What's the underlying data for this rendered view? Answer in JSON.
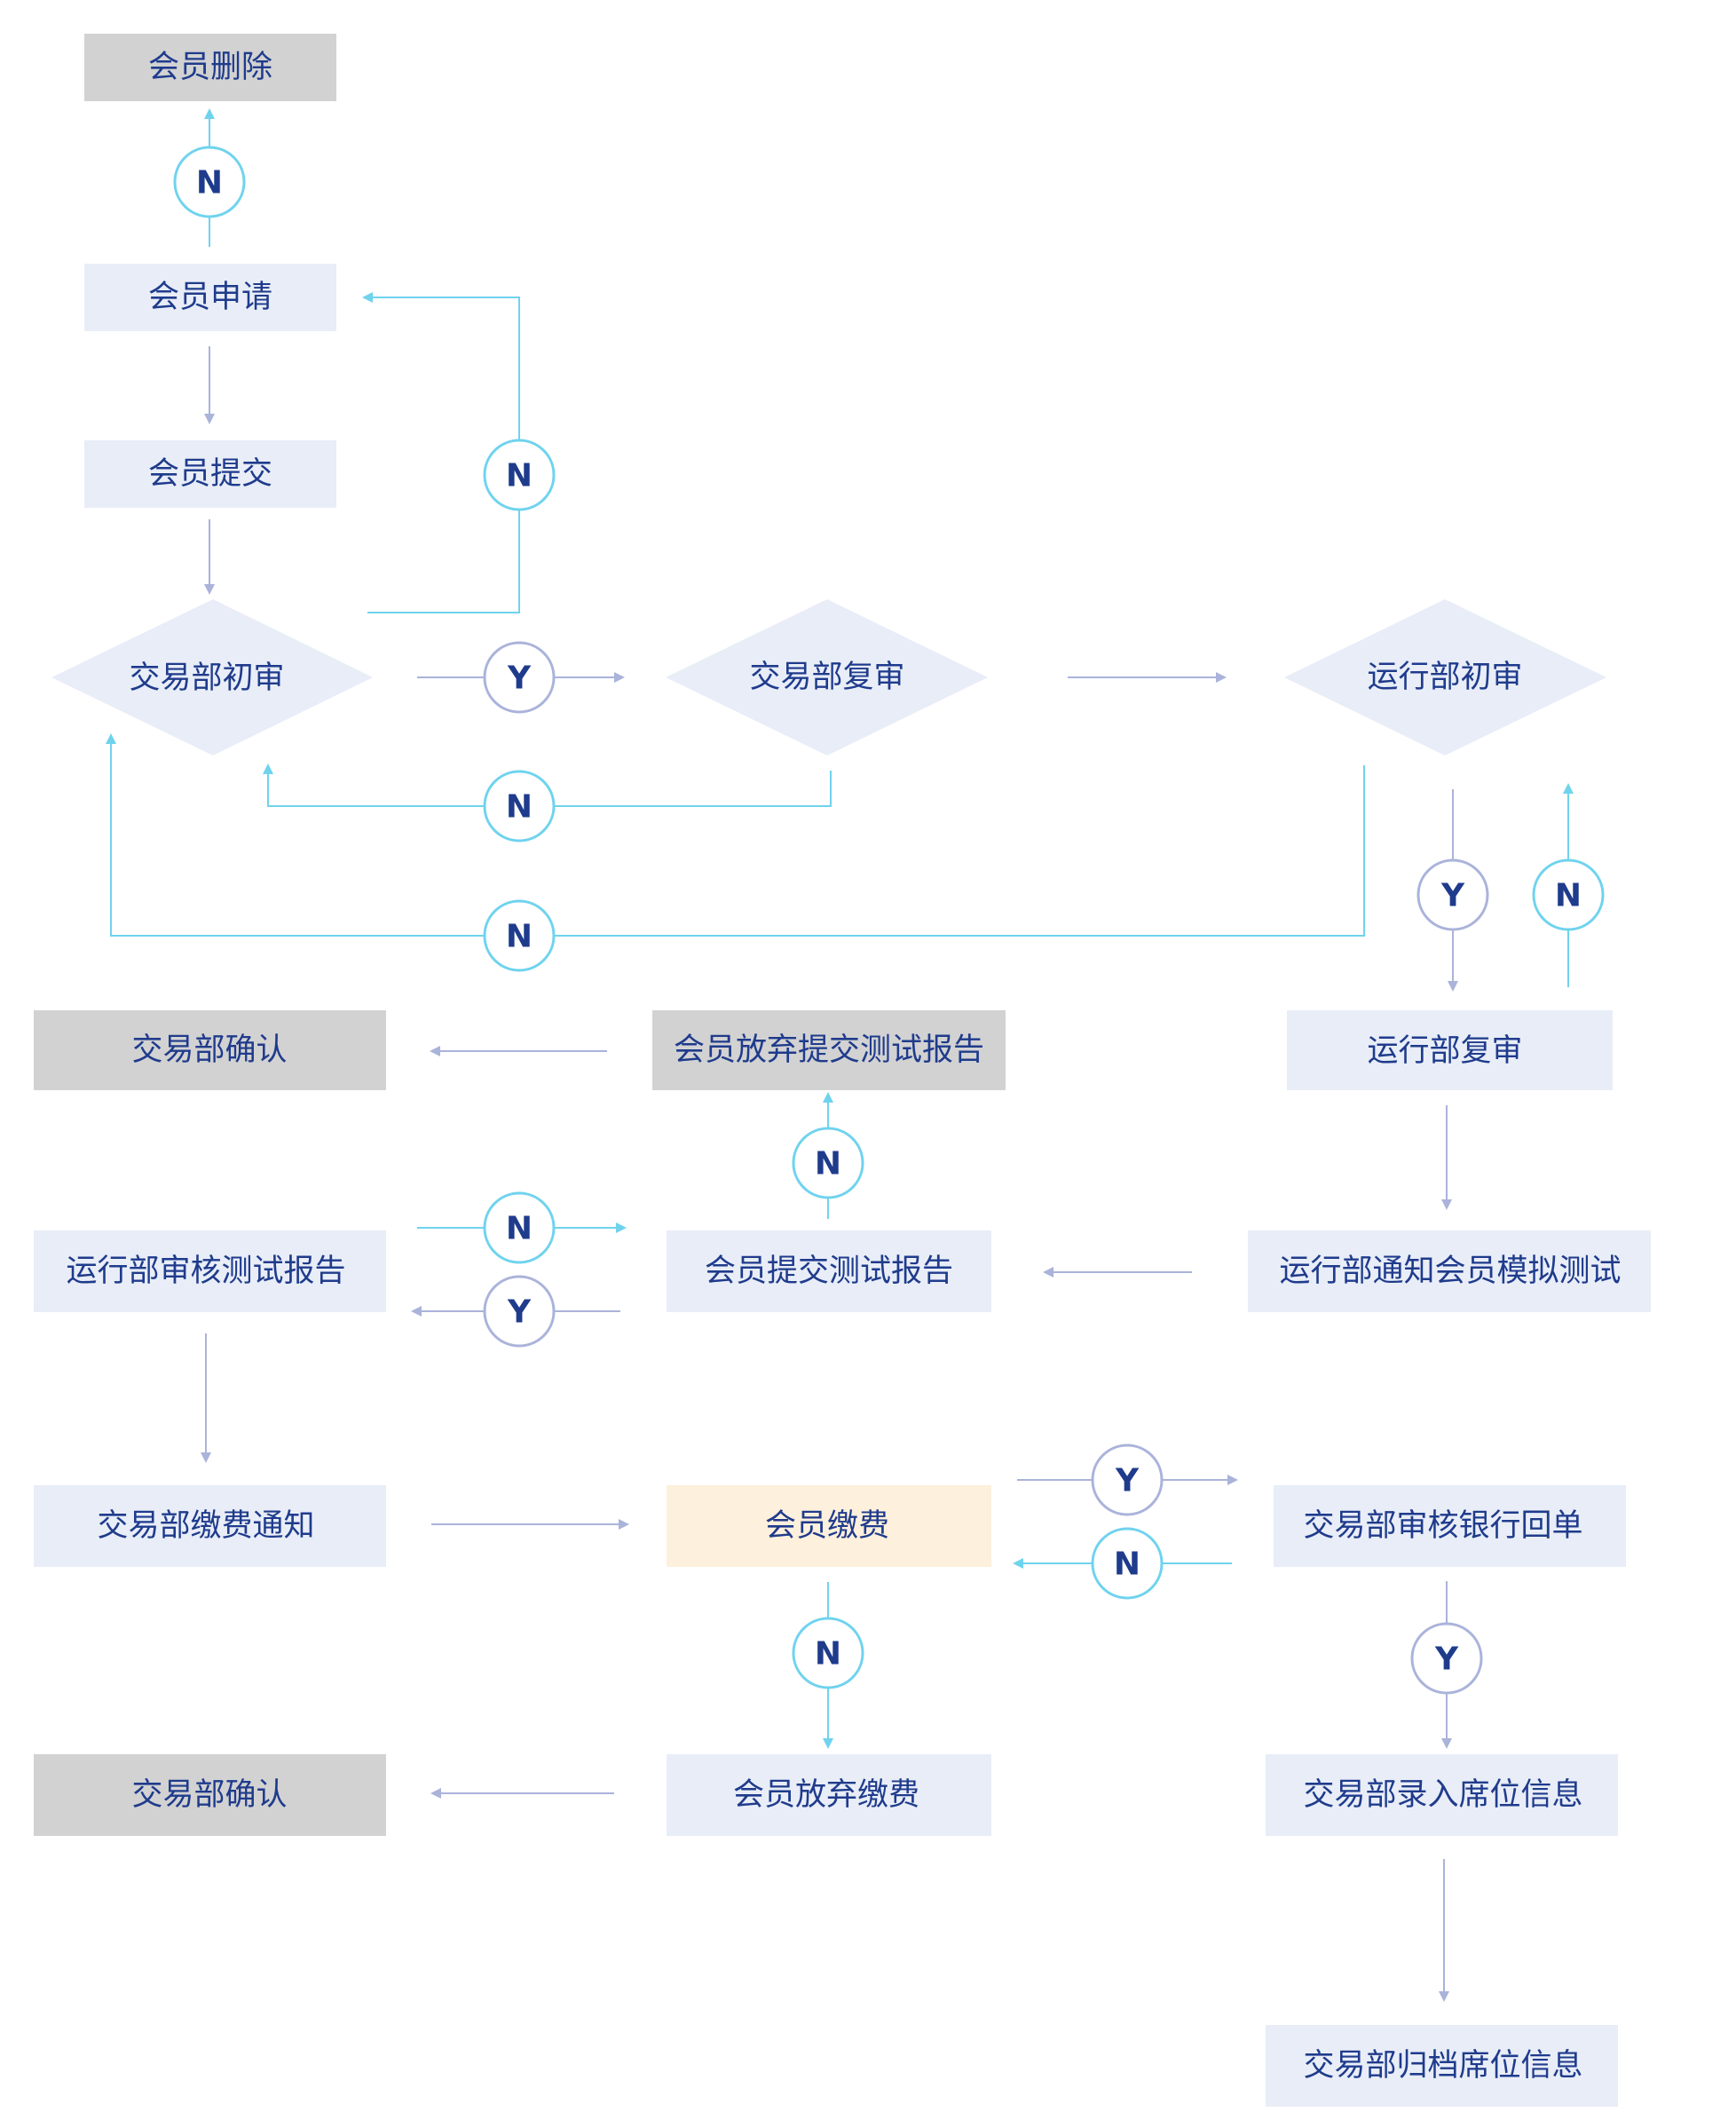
{
  "colors": {
    "node_blue": "#e8edf7",
    "node_gray": "#d2d2d2",
    "node_orange": "#fdf0dc",
    "text": "#1f3b8c",
    "line_cyan": "#6fd3ee",
    "line_purple": "#aab3da"
  },
  "nodes": {
    "member_delete": "会员删除",
    "member_apply": "会员申请",
    "member_submit": "会员提交",
    "trade_first_review": "交易部初审",
    "trade_second_review": "交易部复审",
    "ops_first_review": "运行部初审",
    "ops_second_review": "运行部复审",
    "trade_confirm_1": "交易部确认",
    "member_abandon_report": "会员放弃提交测试报告",
    "ops_review_report": "运行部审核测试报告",
    "member_submit_report": "会员提交测试报告",
    "ops_notify_test": "运行部通知会员模拟测试",
    "trade_fee_notice": "交易部缴费通知",
    "member_pay": "会员缴费",
    "trade_review_bank": "交易部审核银行回单",
    "trade_confirm_2": "交易部确认",
    "member_abandon_pay": "会员放弃缴费",
    "trade_enter_seat": "交易部录入席位信息",
    "trade_archive_seat": "交易部归档席位信息"
  },
  "decisions": {
    "yes": "Y",
    "no": "N"
  }
}
